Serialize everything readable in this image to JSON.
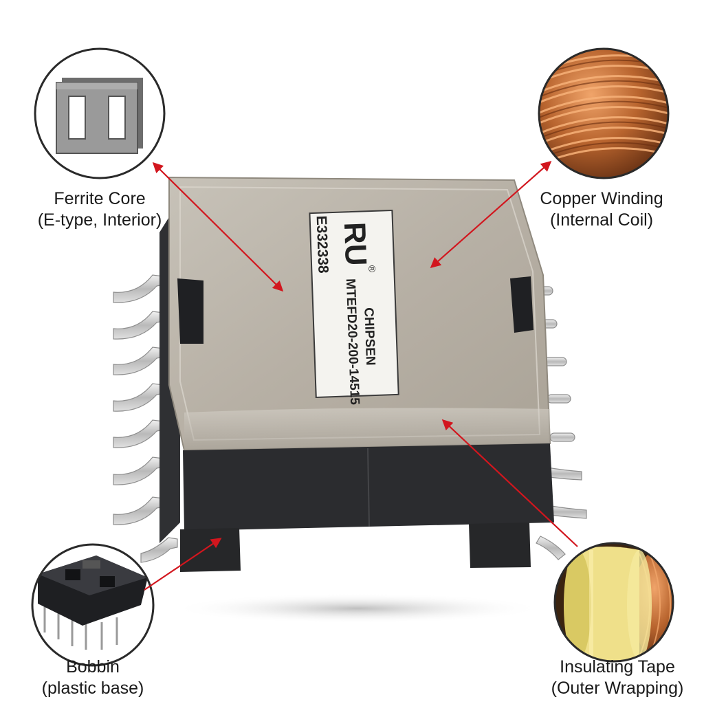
{
  "component": {
    "ul_mark": "RU",
    "registered_mark": "®",
    "file_number": "E332338",
    "brand": "CHIPSEN",
    "part_number": "MTEFD20-200-14515"
  },
  "callouts": {
    "ferrite_core": {
      "line1": "Ferrite Core",
      "line2": "(E-type, Interior)"
    },
    "copper_winding": {
      "line1": "Copper Winding",
      "line2": "(Internal Coil)"
    },
    "bobbin": {
      "line1": "Bobbin",
      "line2": "(plastic base)"
    },
    "insulating_tape": {
      "line1": "Insulating Tape",
      "line2": "(Outer Wrapping)"
    }
  },
  "colors": {
    "arrow": "#d2161e",
    "copper": "#b8642e",
    "tape": "#efe08a",
    "metal_shield": "#b9b3a9",
    "bobbin_body": "#2b2c2f"
  }
}
